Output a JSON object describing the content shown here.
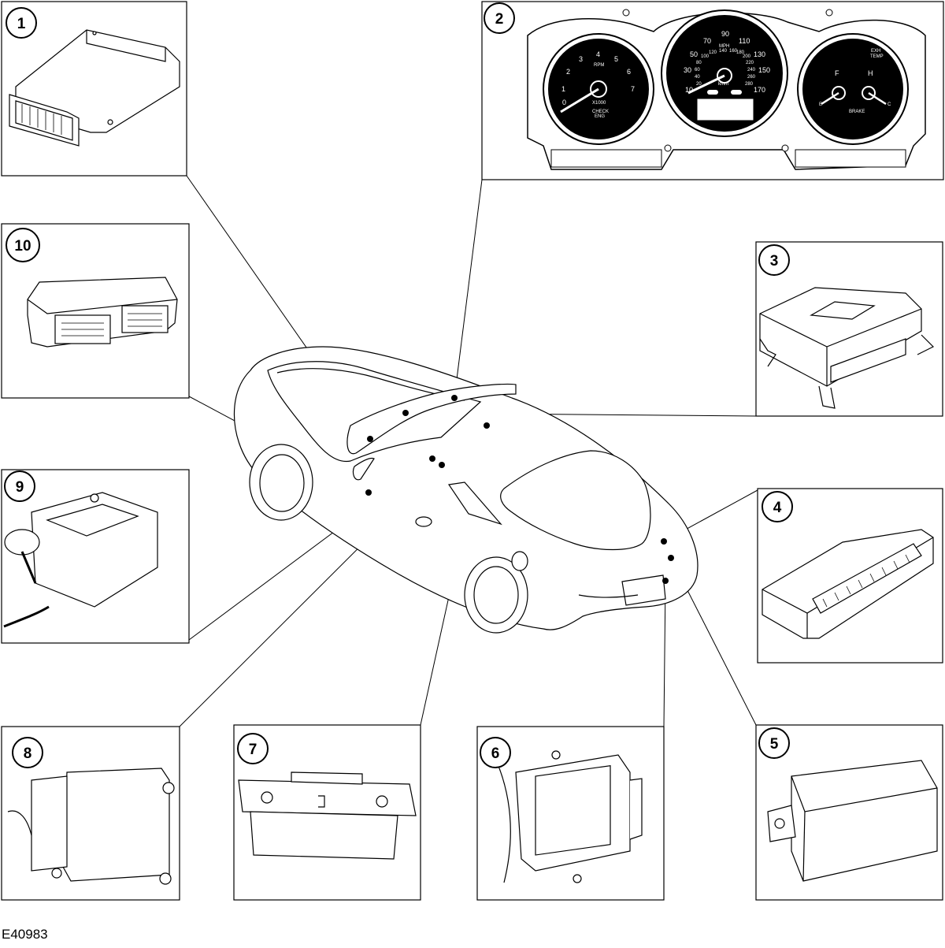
{
  "figure_code": "E40983",
  "callouts": [
    "1",
    "2",
    "3",
    "4",
    "5",
    "6",
    "7",
    "8",
    "9",
    "10"
  ],
  "gauges": {
    "tach": {
      "numbers": [
        "0",
        "1",
        "2",
        "3",
        "4",
        "5",
        "6",
        "7"
      ],
      "top": "RPM",
      "bottom": "X1000",
      "check": "CHECK",
      "engine": "ENG"
    },
    "speedo": {
      "mph": [
        "10",
        "30",
        "50",
        "70",
        "90",
        "110",
        "130",
        "150",
        "170"
      ],
      "kmh": [
        "20",
        "40",
        "60",
        "80",
        "100",
        "120",
        "140",
        "160",
        "180",
        "200",
        "220",
        "240",
        "260",
        "280"
      ],
      "mph_label": "MPH",
      "kmh_label": "km/h"
    },
    "right": {
      "f": "F",
      "h": "H",
      "e": "E",
      "c": "C",
      "exh": "EXH",
      "temp": "TEMP",
      "brake": "BRAKE"
    }
  }
}
